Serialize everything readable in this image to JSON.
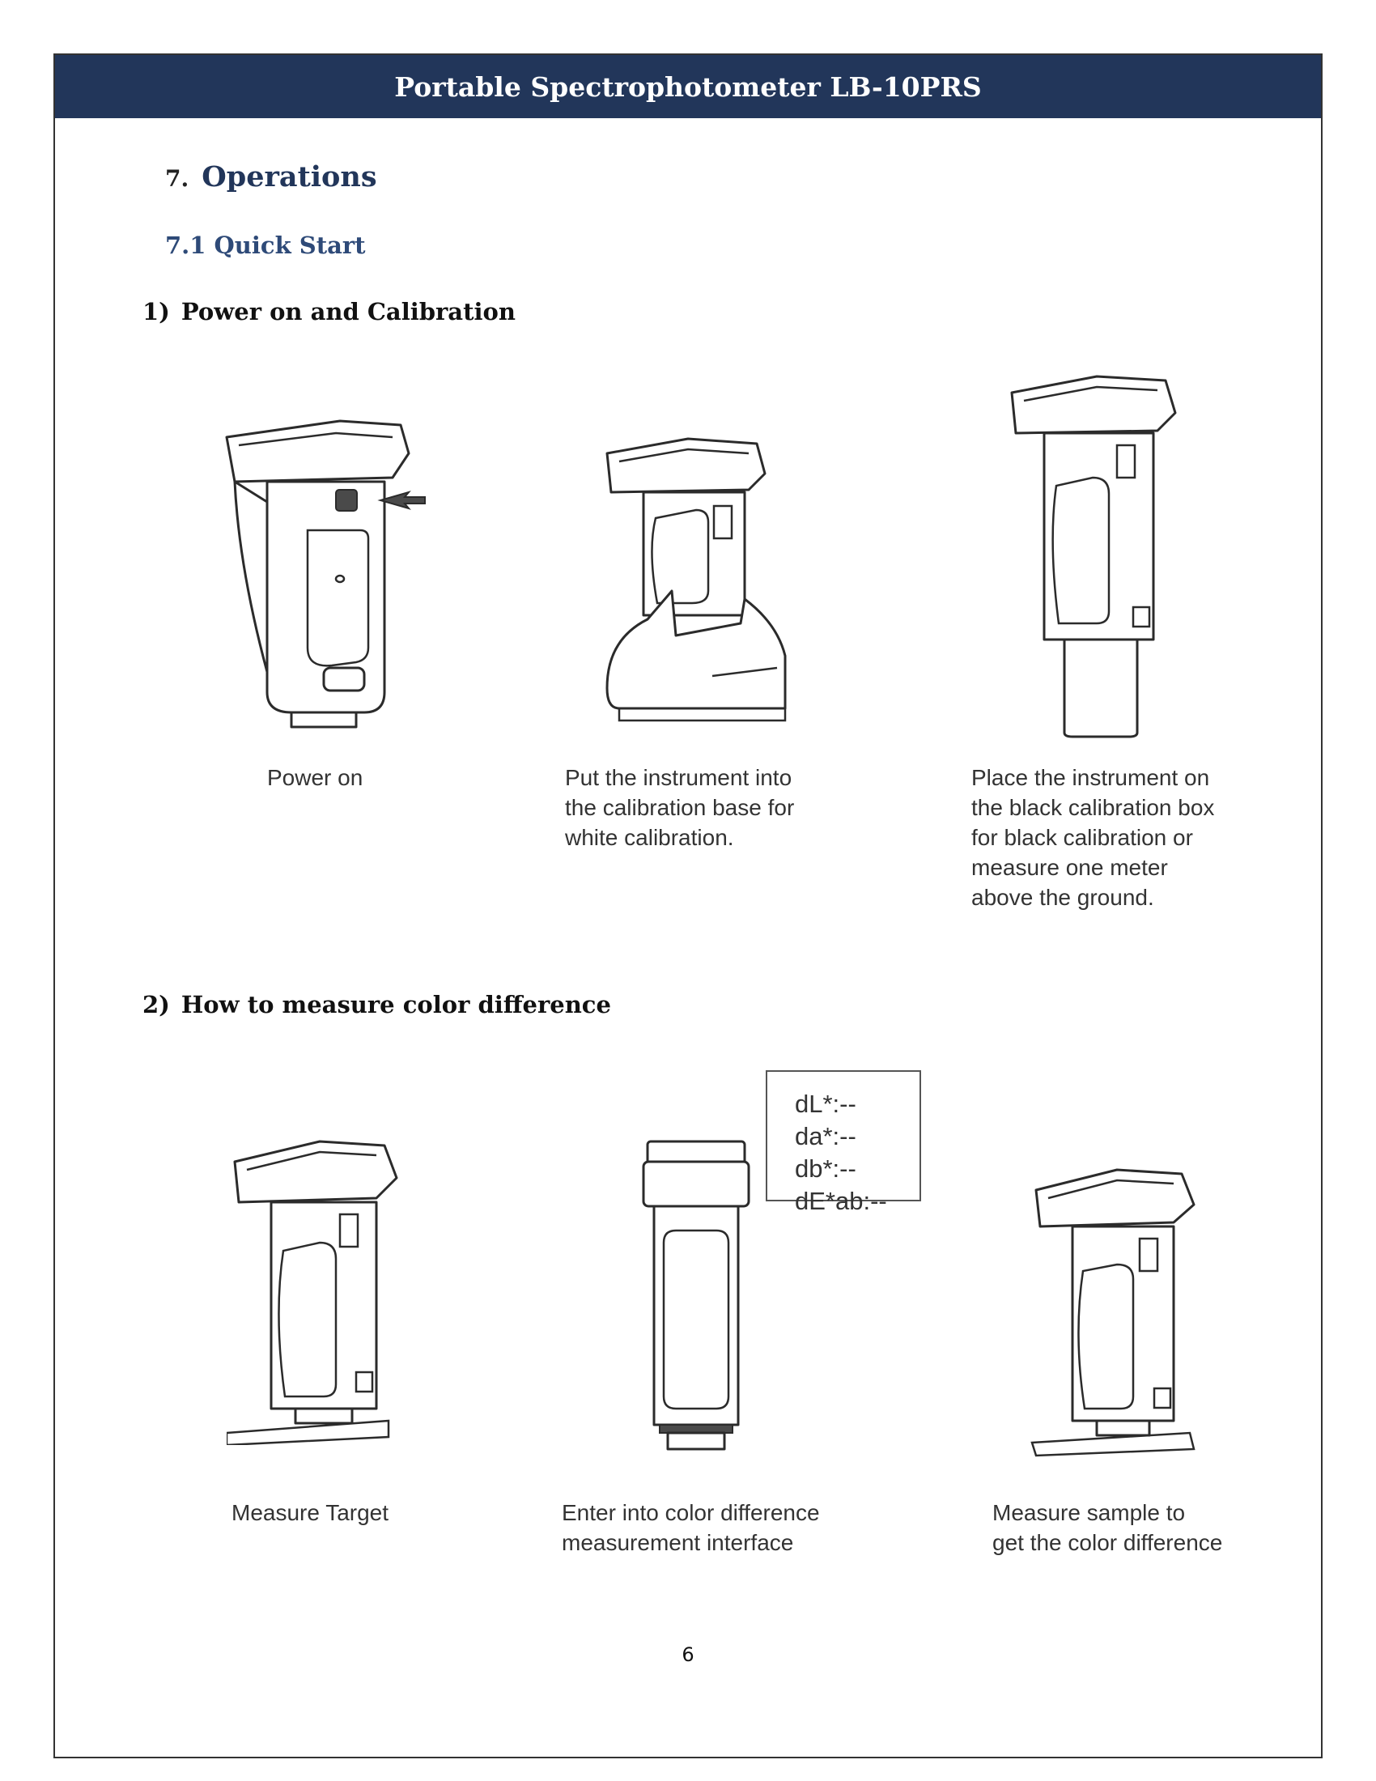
{
  "header": {
    "title": "Portable Spectrophotometer LB-10PRS"
  },
  "section": {
    "number": "7.",
    "title": "Operations"
  },
  "subsection": {
    "title": "7.1 Quick Start"
  },
  "steps": [
    {
      "number": "1)",
      "title": "Power on and Calibration",
      "figures": [
        {
          "icon": "spectrophotometer-power-button-icon",
          "caption": [
            "Power on"
          ]
        },
        {
          "icon": "spectrophotometer-in-calibration-base-icon",
          "caption": [
            "Put the instrument into",
            "the calibration base for",
            "white calibration."
          ]
        },
        {
          "icon": "spectrophotometer-on-black-box-icon",
          "caption": [
            "Place the instrument on",
            "the black calibration box",
            "for black calibration or",
            "measure one meter",
            "above the ground."
          ]
        }
      ]
    },
    {
      "number": "2)",
      "title": "How to measure color difference",
      "figures": [
        {
          "icon": "spectrophotometer-measure-target-icon",
          "caption": [
            "Measure Target"
          ]
        },
        {
          "icon": "spectrophotometer-front-view-icon",
          "caption": [
            "Enter into color difference",
            "measurement interface"
          ]
        },
        {
          "icon": "spectrophotometer-measure-sample-icon",
          "caption": [
            "Measure sample to",
            "get the color difference"
          ]
        }
      ]
    }
  ],
  "readout": {
    "lines": [
      "dL*:--",
      "da*:--",
      "db*:--",
      "dE*ab:--"
    ]
  },
  "footer": {
    "page_number": "6"
  },
  "colors": {
    "header_bg": "#22365a",
    "heading": "#22365a",
    "subheading": "#2e4a78"
  }
}
